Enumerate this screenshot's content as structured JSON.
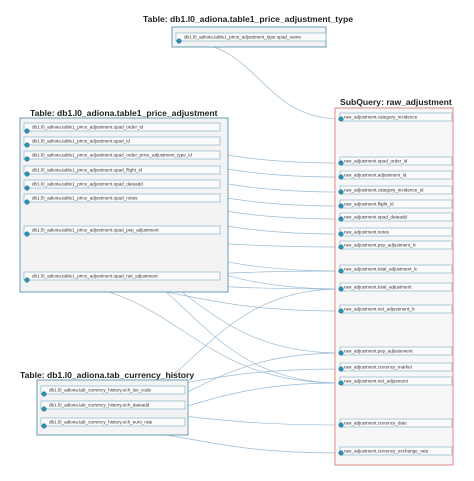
{
  "colors": {
    "table_border": "#6a9fb5",
    "query_border": "#e08a86",
    "edge": "#8fb4cf",
    "port": "#2f8fb3",
    "box_fill": "#f3f3f3"
  },
  "nodes": [
    {
      "id": "t_type",
      "kind": "table",
      "title": "Table: db1.l0_adiona.table1_price_adjustment_type",
      "fields": [
        {
          "id": "t_type.opad_name",
          "label": "db1.l0_adiona.table1_price_adjustment_type.opad_name"
        }
      ]
    },
    {
      "id": "t_adj",
      "kind": "table",
      "title": "Table: db1.l0_adiona.table1_price_adjustment",
      "fields": [
        {
          "id": "t_adj.opad_order_id",
          "label": "db1.l0_adiona.table1_price_adjustment.opad_order_id"
        },
        {
          "id": "t_adj.opad_id",
          "label": "db1.l0_adiona.table1_price_adjustment.opad_id"
        },
        {
          "id": "t_adj.opad_order_price_adjustment_type_id",
          "label": "db1.l0_adiona.table1_price_adjustment.opad_order_price_adjustment_type_id"
        },
        {
          "id": "t_adj.opad_flight_id",
          "label": "db1.l0_adiona.table1_price_adjustment.opad_flight_id"
        },
        {
          "id": "t_adj.opad_dateadd",
          "label": "db1.l0_adiona.table1_price_adjustment.opad_dateadd"
        },
        {
          "id": "t_adj.opad_notes",
          "label": "db1.l0_adiona.table1_price_adjustment.opad_notes"
        },
        {
          "id": "t_adj.opad_pvp_adjustment",
          "label": "db1.l0_adiona.table1_price_adjustment.opad_pvp_adjustment"
        },
        {
          "id": "t_adj.opad_net_adjustment",
          "label": "db1.l0_adiona.table1_price_adjustment.opad_net_adjustment"
        }
      ]
    },
    {
      "id": "t_cur",
      "kind": "table",
      "title": "Table: db1.l0_adiona.tab_currency_history",
      "fields": [
        {
          "id": "t_cur.och_iso_code",
          "label": "db1.l0_adiona.tab_currency_history.och_iso_code"
        },
        {
          "id": "t_cur.och_dateadd",
          "label": "db1.l0_adiona.tab_currency_history.och_dateadd"
        },
        {
          "id": "t_cur.och_euro_rate",
          "label": "db1.l0_adiona.tab_currency_history.och_euro_rate"
        }
      ]
    },
    {
      "id": "q_raw",
      "kind": "subquery",
      "title": "SubQuery: raw_adjustment",
      "fields": [
        {
          "id": "q.category_incidence",
          "label": "raw_adjustment.category_incidence"
        },
        {
          "id": "q.opad_order_id",
          "label": "raw_adjustment.opad_order_id"
        },
        {
          "id": "q.adjustment_id",
          "label": "raw_adjustment.adjustment_id"
        },
        {
          "id": "q.category_incidence_id",
          "label": "raw_adjustment.category_incidence_id"
        },
        {
          "id": "q.flight_id",
          "label": "raw_adjustment.flight_id"
        },
        {
          "id": "q.opad_dateadd",
          "label": "raw_adjustment.opad_dateadd"
        },
        {
          "id": "q.notes",
          "label": "raw_adjustment.notes"
        },
        {
          "id": "q.pvp_adjustment_lc",
          "label": "raw_adjustment.pvp_adjustment_lc"
        },
        {
          "id": "q.total_adjustment_lc",
          "label": "raw_adjustment.total_adjustment_lc"
        },
        {
          "id": "q.total_adjustment",
          "label": "raw_adjustment.total_adjustment"
        },
        {
          "id": "q.net_adjustment_lc",
          "label": "raw_adjustment.net_adjustment_lc"
        },
        {
          "id": "q.pvp_adjustement",
          "label": "raw_adjustment.pvp_adjustement"
        },
        {
          "id": "q.currency_market",
          "label": "raw_adjustment.currency_market"
        },
        {
          "id": "q.net_adjusment",
          "label": "raw_adjustment.net_adjusment"
        },
        {
          "id": "q.currency_date",
          "label": "raw_adjustment.currency_date"
        },
        {
          "id": "q.currency_exchange_rate",
          "label": "raw_adjustment.currency_exchange_rate"
        }
      ]
    }
  ],
  "edges": [
    {
      "from": "t_type.opad_name",
      "to": "q.category_incidence"
    },
    {
      "from": "t_adj.opad_order_id",
      "to": "q.opad_order_id"
    },
    {
      "from": "t_adj.opad_id",
      "to": "q.adjustment_id"
    },
    {
      "from": "t_adj.opad_order_price_adjustment_type_id",
      "to": "q.category_incidence_id"
    },
    {
      "from": "t_adj.opad_flight_id",
      "to": "q.flight_id"
    },
    {
      "from": "t_adj.opad_dateadd",
      "to": "q.opad_dateadd"
    },
    {
      "from": "t_adj.opad_notes",
      "to": "q.notes"
    },
    {
      "from": "t_adj.opad_pvp_adjustment",
      "to": "q.pvp_adjustment_lc"
    },
    {
      "from": "t_adj.opad_pvp_adjustment",
      "to": "q.total_adjustment_lc"
    },
    {
      "from": "t_adj.opad_pvp_adjustment",
      "to": "q.total_adjustment"
    },
    {
      "from": "t_adj.opad_pvp_adjustment",
      "to": "q.pvp_adjustement"
    },
    {
      "from": "t_adj.opad_pvp_adjustment",
      "to": "q.net_adjusment"
    },
    {
      "from": "t_adj.opad_net_adjustment",
      "to": "q.total_adjustment_lc"
    },
    {
      "from": "t_adj.opad_net_adjustment",
      "to": "q.total_adjustment"
    },
    {
      "from": "t_adj.opad_net_adjustment",
      "to": "q.net_adjustment_lc"
    },
    {
      "from": "t_adj.opad_net_adjustment",
      "to": "q.net_adjusment"
    },
    {
      "from": "t_cur.och_iso_code",
      "to": "q.currency_market"
    },
    {
      "from": "t_cur.och_dateadd",
      "to": "q.currency_date"
    },
    {
      "from": "t_cur.och_euro_rate",
      "to": "q.total_adjustment"
    },
    {
      "from": "t_cur.och_euro_rate",
      "to": "q.pvp_adjustement"
    },
    {
      "from": "t_cur.och_euro_rate",
      "to": "q.net_adjusment"
    },
    {
      "from": "t_cur.och_euro_rate",
      "to": "q.currency_exchange_rate"
    }
  ]
}
